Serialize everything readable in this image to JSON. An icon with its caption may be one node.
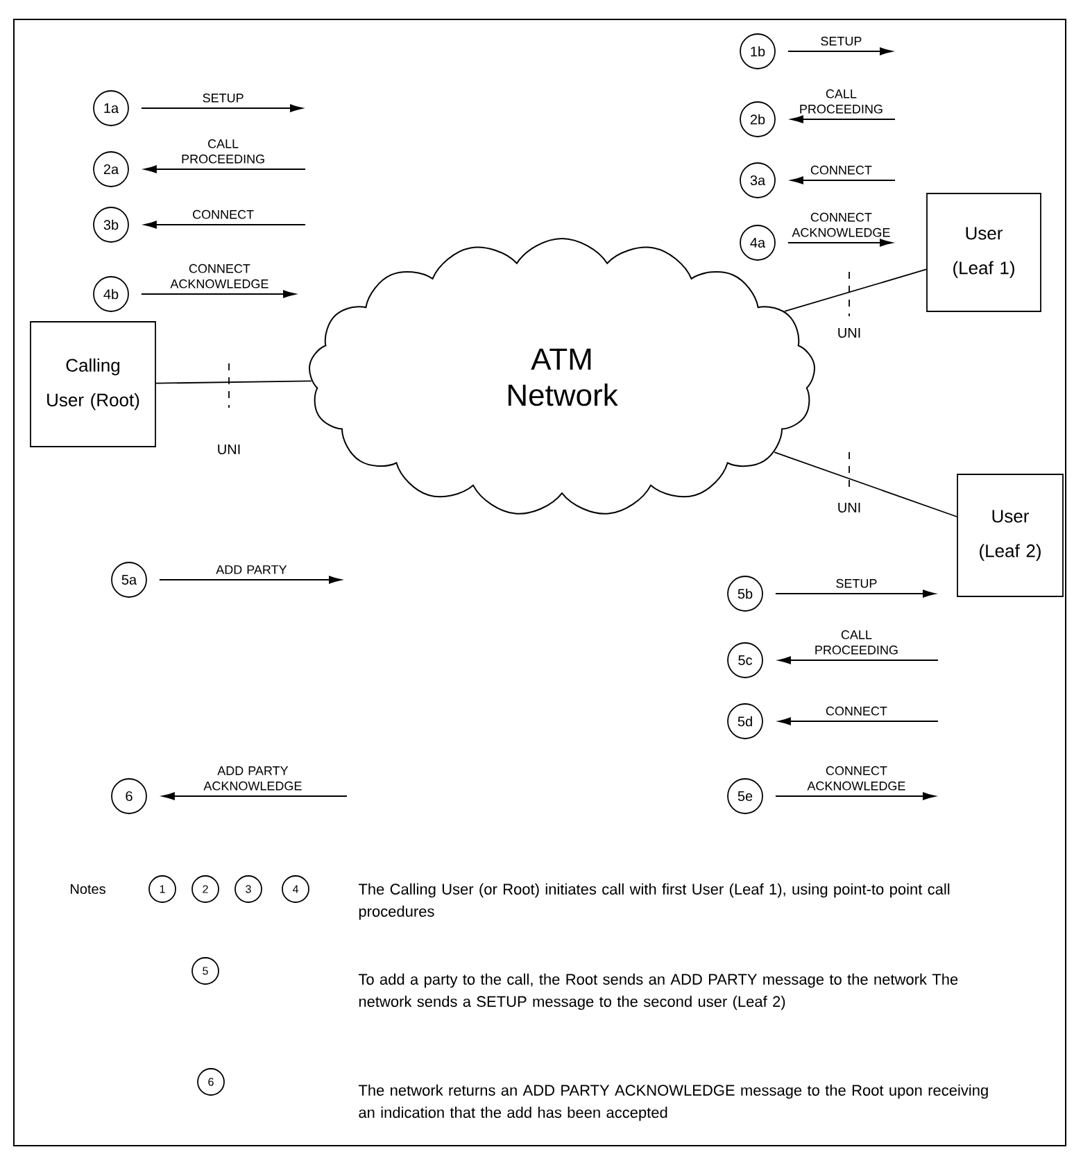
{
  "diagram": {
    "nodes": [
      {
        "text": [
          "1a"
        ]
      },
      {
        "text": [
          "2a"
        ]
      },
      {
        "text": [
          "3b"
        ]
      },
      {
        "text": [
          "4b"
        ]
      },
      {
        "text": [
          "1b"
        ]
      },
      {
        "text": [
          "2b"
        ]
      },
      {
        "text": [
          "3a"
        ]
      },
      {
        "text": [
          "4a"
        ]
      },
      {
        "text": [
          "Calling User (Root)"
        ]
      },
      {
        "text": [
          "ATM Network"
        ]
      },
      {
        "text": [
          "User (Leaf 1)"
        ]
      },
      {
        "text": [
          "User (Leaf 2)"
        ]
      },
      {
        "text": [
          "5a"
        ]
      },
      {
        "text": [
          "5b"
        ]
      },
      {
        "text": [
          "5c"
        ]
      },
      {
        "text": [
          "5d"
        ]
      },
      {
        "text": [
          "6"
        ]
      },
      {
        "text": [
          "5e"
        ]
      },
      {
        "text": [
          "1"
        ]
      },
      {
        "text": [
          "2"
        ]
      },
      {
        "text": [
          "3"
        ]
      },
      {
        "text": [
          "4"
        ]
      },
      {
        "text": [
          "5"
        ]
      },
      {
        "text": [
          "6"
        ]
      }
    ],
    "edges": [
      {
        "from": 8,
        "to": 9,
        "arrow": "none",
        "label": "UNI"
      },
      {
        "from": 9,
        "to": 10,
        "arrow": "none",
        "label": "UNI"
      },
      {
        "from": 9,
        "to": 11,
        "arrow": "none",
        "label": "UNI"
      },
      {
        "from": 0,
        "to": null,
        "arrow": "to",
        "label": "SETUP"
      },
      {
        "from": null,
        "to": 1,
        "arrow": "to",
        "label": "CALL PROCEEDING"
      },
      {
        "from": null,
        "to": 2,
        "arrow": "to",
        "label": "CONNECT"
      },
      {
        "from": 3,
        "to": null,
        "arrow": "to",
        "label": "CONNECT ACKNOWLEDGE"
      },
      {
        "from": 4,
        "to": null,
        "arrow": "to",
        "label": "SETUP"
      },
      {
        "from": null,
        "to": 5,
        "arrow": "to",
        "label": "CALL PROCEEDING"
      },
      {
        "from": null,
        "to": 6,
        "arrow": "to",
        "label": "CONNECT"
      },
      {
        "from": 7,
        "to": null,
        "arrow": "to",
        "label": "CONNECT ACKNOWLEDGE"
      },
      {
        "from": 12,
        "to": null,
        "arrow": "to",
        "label": "ADD PARTY"
      },
      {
        "from": 13,
        "to": null,
        "arrow": "to",
        "label": "SETUP"
      },
      {
        "from": null,
        "to": 14,
        "arrow": "to",
        "label": "CALL PROCEEDING"
      },
      {
        "from": null,
        "to": 15,
        "arrow": "to",
        "label": "CONNECT"
      },
      {
        "from": null,
        "to": 16,
        "arrow": "to",
        "label": "ADD PARTY ACKNOWLEDGE"
      },
      {
        "from": 17,
        "to": null,
        "arrow": "to",
        "label": "CONNECT ACKNOWLEDGE"
      }
    ],
    "labels": [
      "Notes",
      "The Calling User (or Root) initiates call with first User (Leaf 1), using point-to point call procedures",
      "To add a party to the call, the Root sends an ADD PARTY message to the network The network sends a SETUP message to the second user (Leaf 2)",
      "The network returns an ADD PARTY ACKNOWLEDGE message to the Root upon receiving an indication that the add has been accepted"
    ]
  }
}
